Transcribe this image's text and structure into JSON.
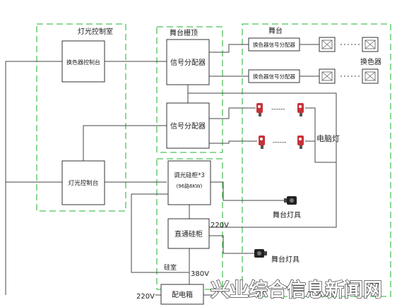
{
  "zones": {
    "control_room": "灯光控制室",
    "grid": "舞台栅顶",
    "stage": "舞台",
    "dimmer_room": "硅室"
  },
  "blocks": {
    "scroller_console": "换色器控制台",
    "splitter_top": "信号分配器",
    "splitter_mid": "信号分配器",
    "scroller_splitter_1": "换色器信号分配器",
    "scroller_splitter_2": "换色器信号分配器",
    "lighting_console": "灯光控制台",
    "dimmer_line1": "调光硅柜*3",
    "dimmer_line2": "(96路6KW)",
    "direct_cabinet": "直通硅柜",
    "distribution_box": "配电箱"
  },
  "labels": {
    "color_changer": "换色器",
    "moving_light": "电脑灯",
    "stage_fixture_1": "舞台灯具",
    "stage_fixture_2": "舞台灯具",
    "v220_a": "220V",
    "v380": "380V",
    "v220_b": "220V",
    "dots_1": "------",
    "dots_2": "------"
  },
  "watermark": "兴业综合信息新闻网"
}
